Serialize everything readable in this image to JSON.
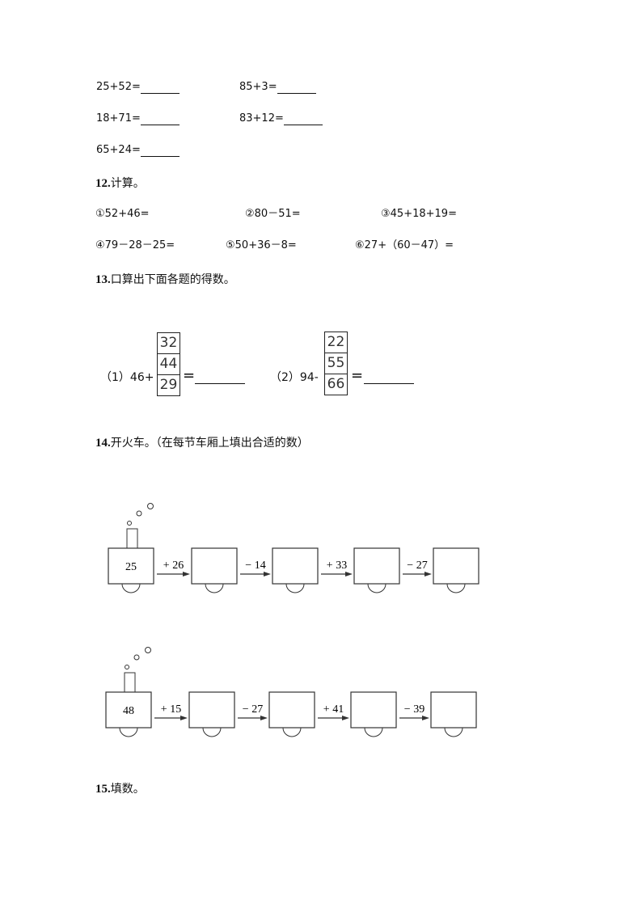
{
  "q11": {
    "items": [
      "25+52=",
      "85+3=",
      "18+71=",
      "83+12=",
      "65+24="
    ]
  },
  "q12": {
    "title_num": "12.",
    "title": "计算。",
    "items": [
      "①52+46=",
      "②80－51=",
      "③45+18+19=",
      "④79－28－25=",
      "⑤50+36－8=",
      "⑥27+（60－47）="
    ]
  },
  "q13": {
    "title_num": "13.",
    "title": "口算出下面各题的得数。",
    "p1": {
      "prefix": "（1）46+",
      "values": [
        "32",
        "44",
        "29"
      ],
      "eq": "="
    },
    "p2": {
      "prefix": "（2）94-",
      "values": [
        "22",
        "55",
        "66"
      ],
      "eq": "="
    }
  },
  "q14": {
    "title_num": "14.",
    "title": "开火车。（在每节车厢上填出合适的数）",
    "trains": [
      {
        "start": "25",
        "ops": [
          "+ 26",
          "− 14",
          "+ 33",
          "− 27"
        ]
      },
      {
        "start": "48",
        "ops": [
          "+ 15",
          "− 27",
          "+ 41",
          "− 39"
        ]
      }
    ]
  },
  "q15": {
    "title_num": "15.",
    "title": "填数。"
  }
}
